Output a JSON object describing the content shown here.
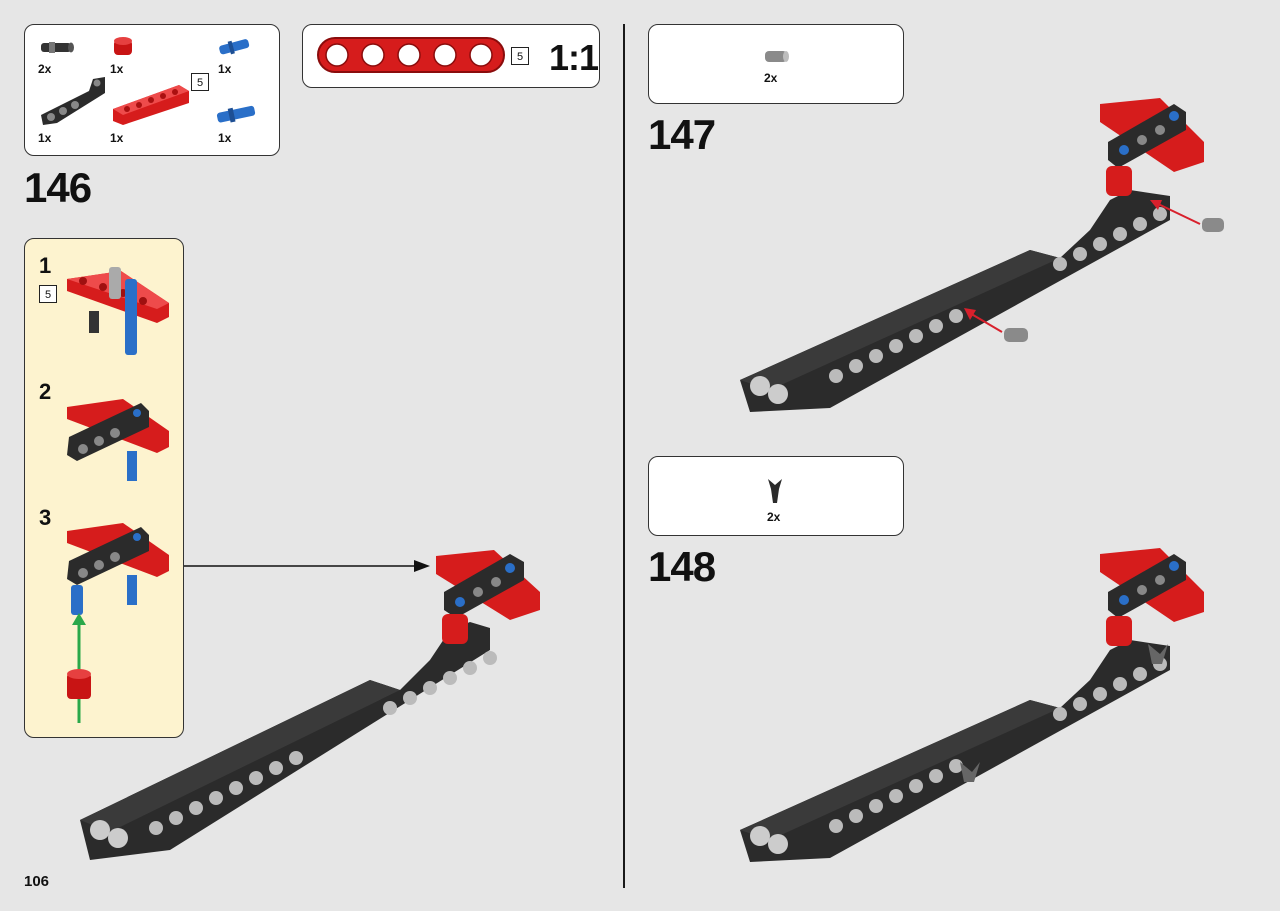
{
  "page": {
    "number": "106"
  },
  "parts_list_146": {
    "items": [
      {
        "name": "black-short-pin",
        "qty": "2x"
      },
      {
        "name": "red-bush",
        "qty": "1x"
      },
      {
        "name": "blue-axle-pin",
        "qty": "1x"
      },
      {
        "name": "black-angle-beam",
        "qty": "1x"
      },
      {
        "name": "red-beam-5",
        "qty": "1x",
        "length": "5"
      },
      {
        "name": "blue-long-pin",
        "qty": "1x"
      }
    ]
  },
  "scale_callout": {
    "length": "5",
    "scale": "1:1"
  },
  "step_146": {
    "number": "146",
    "substeps": [
      {
        "number": "1",
        "length": "5"
      },
      {
        "number": "2"
      },
      {
        "number": "3"
      }
    ]
  },
  "step_147": {
    "number": "147",
    "parts": [
      {
        "name": "gray-pin",
        "qty": "2x"
      }
    ]
  },
  "step_148": {
    "number": "148",
    "parts": [
      {
        "name": "black-clip",
        "qty": "2x"
      }
    ]
  },
  "colors": {
    "red": "#d61c1c",
    "black_part": "#2b2b2b",
    "blue": "#2a6fc8",
    "arrow_red": "#d8202c",
    "arrow_green": "#2aa84a",
    "panel": "#fdf3cf",
    "background": "#e6e6e6"
  }
}
